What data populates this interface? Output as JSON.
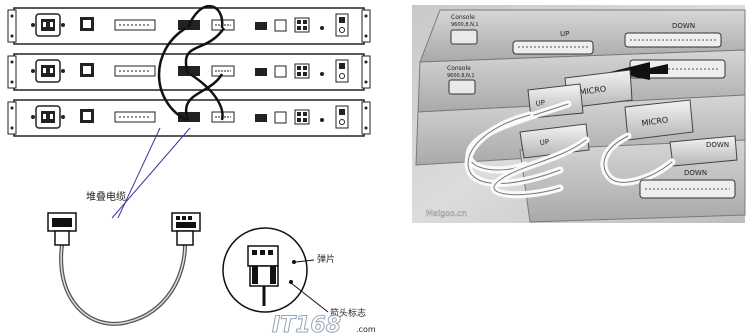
{
  "left_diagram": {
    "label_stack_cable": "堆叠电缆",
    "label_spring_clip": "弹片",
    "label_connector_mark": "箭头标志",
    "watermark": "IT168",
    "watermark_suffix": ".com"
  },
  "right_photo": {
    "watermark": "Maigoo.cn",
    "console_label": "Console",
    "console_sublabel": "9600,8,N,1",
    "up_label": "UP",
    "down_label": "DOWN",
    "plug_label": "MICRO"
  }
}
